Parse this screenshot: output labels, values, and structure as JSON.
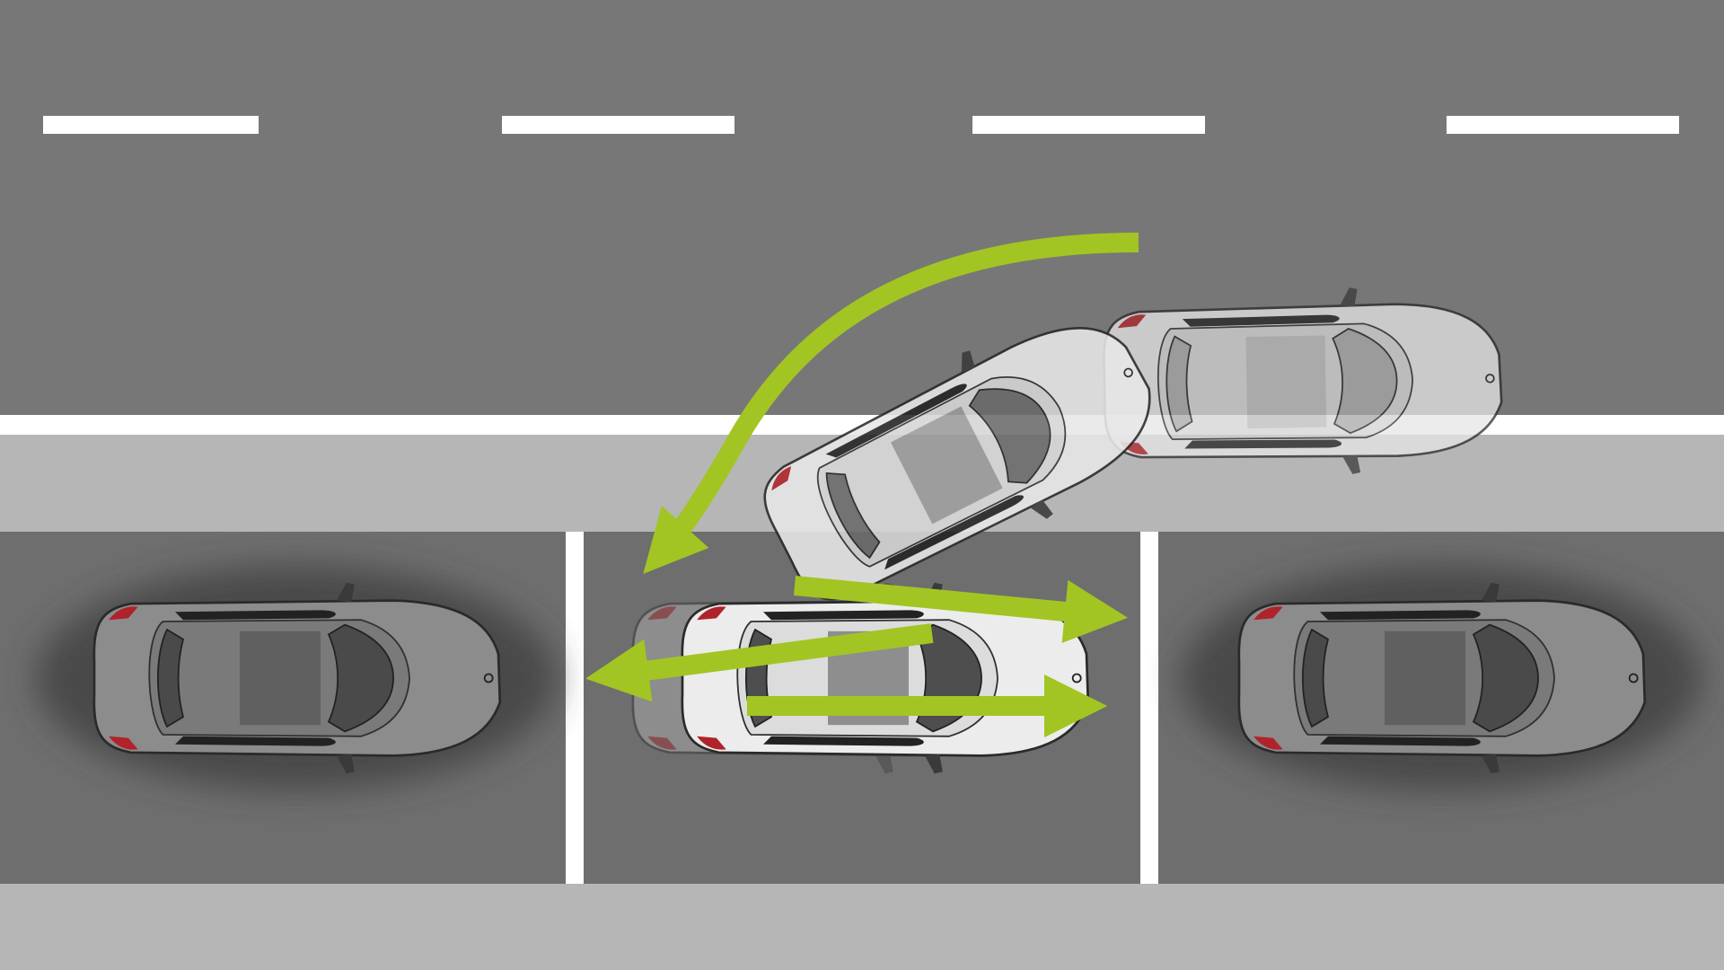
{
  "scene": {
    "description_free": true,
    "colors": {
      "road": "#777777",
      "lane_marking": "#ffffff",
      "sidewalk": "#b6b6b6",
      "parking_bay": "#6e6e6e",
      "arrow": "#a2c523",
      "parked_car_body": "#8a8a8a",
      "maneuvering_car_body": "#e4e4e4",
      "ghost_car_body": "#dcdcdc",
      "glass": "#4a4a4a",
      "tail_light": "#b0232a"
    },
    "cars": [
      {
        "name": "parked-car-left",
        "style": "parked"
      },
      {
        "name": "parked-car-right",
        "style": "parked"
      },
      {
        "name": "maneuvering-car-final",
        "style": "maneuver"
      },
      {
        "name": "maneuvering-car-turning",
        "style": "ghost"
      },
      {
        "name": "maneuvering-car-start",
        "style": "ghost"
      }
    ],
    "arrows": [
      {
        "name": "approach-curve-arrow",
        "shape": "curve"
      },
      {
        "name": "forward-arrow-top",
        "shape": "straight"
      },
      {
        "name": "reverse-arrow-middle",
        "shape": "straight"
      },
      {
        "name": "forward-arrow-bottom",
        "shape": "straight"
      }
    ]
  }
}
